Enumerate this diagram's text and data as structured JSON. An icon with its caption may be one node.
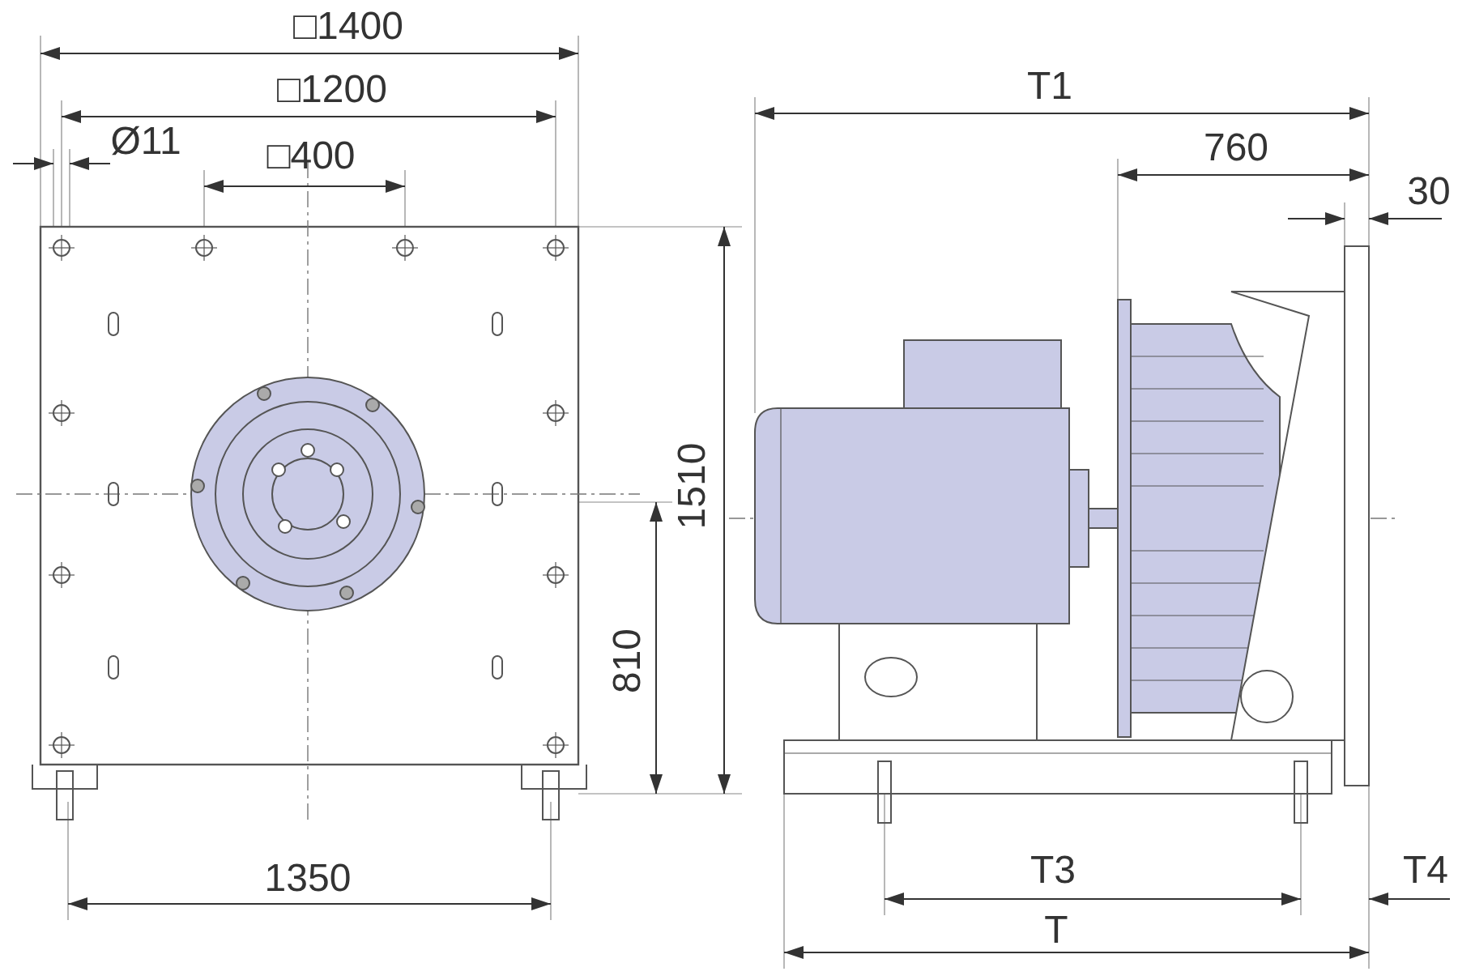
{
  "diagram": {
    "labels": [
      "□1400",
      "□1200",
      "Ø11",
      "□400",
      "1510",
      "810",
      "1350",
      "T1",
      "760",
      "30",
      "T3",
      "T4",
      "T"
    ]
  }
}
